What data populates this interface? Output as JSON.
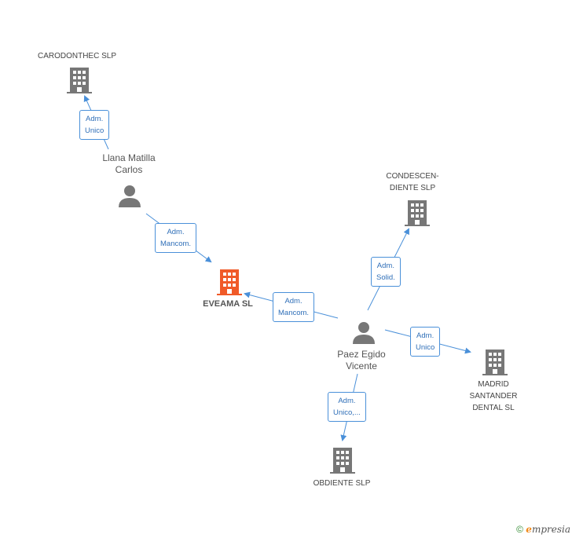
{
  "companies": {
    "carodonthec": "CARODONTHEC SLP",
    "eveama": "EVEAMA SL",
    "condescendiente_1": "CONDESCEN-",
    "condescendiente_2": "DIENTE  SLP",
    "madrid_1": "MADRID",
    "madrid_2": "SANTANDER",
    "madrid_3": "DENTAL  SL",
    "obdiente": "OBDIENTE SLP"
  },
  "people": {
    "llana_1": "Llana Matilla",
    "llana_2": "Carlos",
    "paez_1": "Paez Egido",
    "paez_2": "Vicente"
  },
  "relations": {
    "r1_a": "Adm.",
    "r1_b": "Unico",
    "r2_a": "Adm.",
    "r2_b": "Mancom.",
    "r3_a": "Adm.",
    "r3_b": "Mancom.",
    "r4_a": "Adm.",
    "r4_b": "Solid.",
    "r5_a": "Adm.",
    "r5_b": "Unico",
    "r6_a": "Adm.",
    "r6_b": "Unico,..."
  },
  "footer": {
    "copyright": "©",
    "brand_first": "e",
    "brand_rest": "mpresia"
  },
  "colors": {
    "main_company": "#f05a28",
    "company": "#777777",
    "edge": "#4a90d9",
    "person": "#777777"
  }
}
